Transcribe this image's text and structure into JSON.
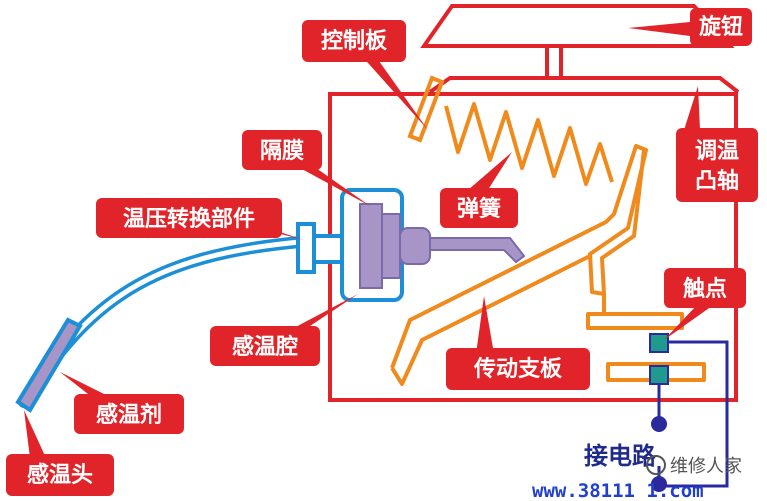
{
  "labels": {
    "knob": "旋钮",
    "control_plate": "控制板",
    "diaphragm": "隔膜",
    "temp_pressure_converter": "温压转换部件",
    "spring": "弹簧",
    "temp_cam_shaft_line1": "调温",
    "temp_cam_shaft_line2": "凸轴",
    "contacts": "触点",
    "sensing_chamber": "感温腔",
    "drive_plate": "传动支板",
    "sensing_agent": "感温剂",
    "sensing_head": "感温头"
  },
  "circuit_label": "接电路",
  "watermark": {
    "brand": "维修人家",
    "url": "www.38111 1.com"
  },
  "colors": {
    "red": "#e0242a",
    "orange": "#f08a1c",
    "blue": "#1c8fd6",
    "purple": "#a795c8",
    "navy": "#2a2a9e",
    "teal": "#1f9a8c"
  }
}
